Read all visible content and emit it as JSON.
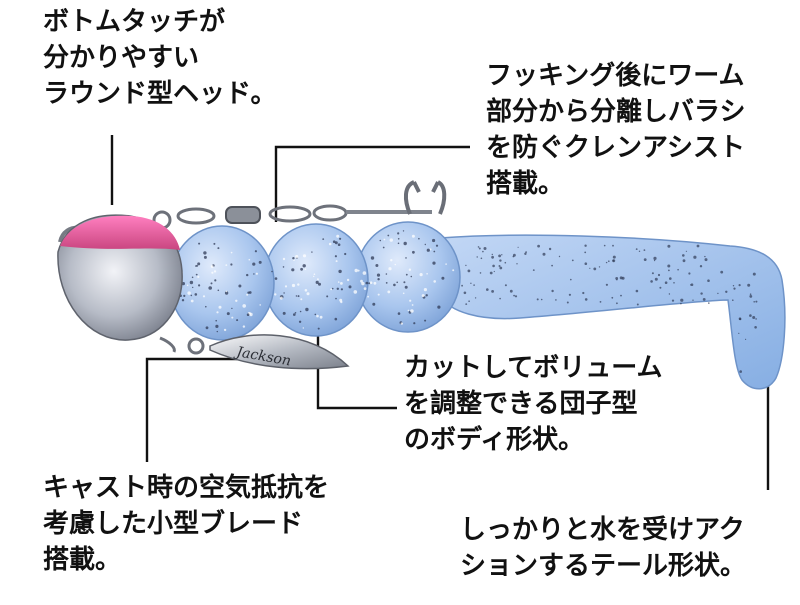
{
  "callouts": {
    "head": {
      "lines": [
        "ボトムタッチが",
        "分かりやすい",
        "ラウンド型ヘッド。"
      ]
    },
    "assist": {
      "lines": [
        "フッキング後にワーム",
        "部分から分離しバラシ",
        "を防ぐクレンアシスト",
        "搭載。"
      ]
    },
    "body": {
      "lines": [
        "カットしてボリューム",
        "を調整できる団子型",
        "のボディ形状。"
      ]
    },
    "blade": {
      "lines": [
        "キャスト時の空気抵抗を",
        "考慮した小型ブレード",
        "搭載。"
      ]
    },
    "tail": {
      "lines": [
        "しっかりと水を受けアク",
        "ションするテール形状。"
      ]
    }
  },
  "blade_logo": "Jackson",
  "colors": {
    "head_pink": "#e6559a",
    "head_silver": "#c4c9d2",
    "worm_blue": "#a9c7ef",
    "worm_flake": "#2f3a55",
    "text": "#111111"
  }
}
